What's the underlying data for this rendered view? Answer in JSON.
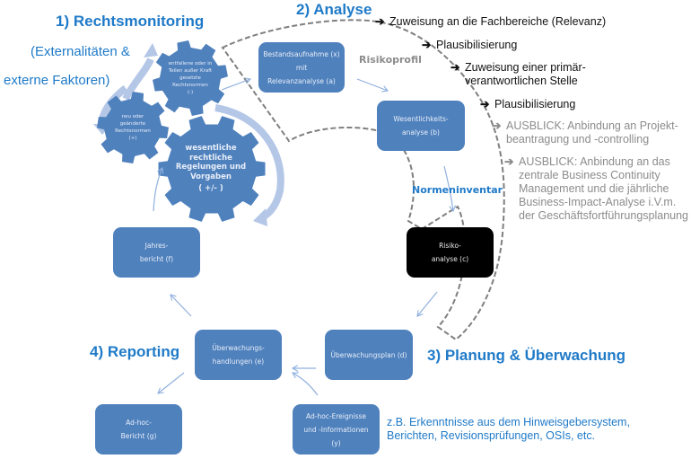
{
  "colors": {
    "heading_blue": "#1f7ac8",
    "box_blue": "#4f81bd",
    "box_black": "#000000",
    "arc_light_blue": "#b4c7e7",
    "dashed_outline": "#7f7f7f",
    "grey_text": "#8c8c8c"
  },
  "sections": {
    "rechtsmonitoring": {
      "title": "1) Rechtsmonitoring",
      "subtitle_line1": "(Externalitäten &",
      "subtitle_line2": "externe Faktoren)"
    },
    "analyse": {
      "title": "2) Analyse"
    },
    "planung": {
      "title": "3) Planung & Überwachung"
    },
    "reporting": {
      "title": "4) Reporting"
    }
  },
  "gears": {
    "removed": {
      "lines": [
        "entfallene oder in",
        "Teilen außer Kraft",
        "gesetzte",
        "Rechtsnormen",
        "(-)"
      ]
    },
    "new": {
      "lines": [
        "neu oder",
        "geänderte",
        "Rechtsnormen",
        "(+)"
      ]
    },
    "main": {
      "lines": [
        "wesentliche",
        "rechtliche",
        "Regelungen und",
        "Vorgaben",
        "( +/- )"
      ]
    }
  },
  "boxes": {
    "bestandsaufnahme": {
      "lines": [
        "Bestandsaufnahme  (x)",
        "mit",
        "Relevanzanalyse  (a)"
      ]
    },
    "wesentlichkeit": {
      "lines": [
        "Wesentlichkeits-",
        "analyse  (b)"
      ]
    },
    "risikoanalyse": {
      "lines": [
        "Risiko-",
        "analyse  (c)"
      ]
    },
    "ueberwachungsplan": {
      "lines": [
        "Überwachungsplan  (d)"
      ]
    },
    "ueberwachungshandlungen": {
      "lines": [
        "Überwachungs-",
        "handlungen  (e)"
      ]
    },
    "jahresbericht": {
      "lines": [
        "Jahres-",
        "bericht  (f)"
      ]
    },
    "adhoc_bericht": {
      "lines": [
        "Ad-hoc-",
        "Bericht (g)"
      ]
    },
    "adhoc_ereignisse": {
      "lines": [
        "Ad-hoc-Ereignisse",
        "und  -Informationen",
        "(y)"
      ]
    }
  },
  "labels": {
    "risikoprofil": "Risikoprofil",
    "normeninventar": "Normeninventar"
  },
  "notes": [
    {
      "arrow": "➔",
      "lines": [
        "Zuweisung an die Fachbereiche (Relevanz)"
      ],
      "style": "black"
    },
    {
      "arrow": "➔",
      "lines": [
        "Plausibilisierung"
      ],
      "style": "black"
    },
    {
      "arrow": "➔",
      "lines": [
        "Zuweisung einer primär-",
        "verantwortlichen Stelle"
      ],
      "style": "black"
    },
    {
      "arrow": "➔",
      "lines": [
        "Plausibilisierung"
      ],
      "style": "black"
    },
    {
      "arrow": "➔",
      "lines": [
        "AUSBLICK: Anbindung an Projekt-",
        "beantragung und -controlling"
      ],
      "style": "grey"
    },
    {
      "arrow": "➔",
      "lines": [
        "AUSBLICK: Anbindung an das",
        "zentrale Business Continuity",
        "Management und die jährliche",
        "Business-Impact-Analyse i.V.m.",
        "der Geschäftsfortführungsplanung"
      ],
      "style": "grey"
    }
  ],
  "examples_note": {
    "line1": "z.B. Erkenntnisse aus dem Hinweisgebersystem,",
    "line2": "Berichten, Revisionsprüfungen, OSIs, etc."
  }
}
